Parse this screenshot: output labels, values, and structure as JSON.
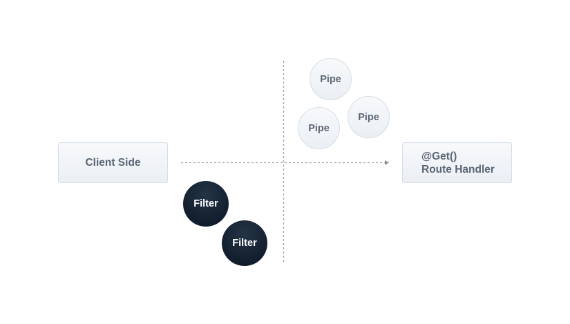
{
  "diagram": {
    "client": {
      "label": "Client Side"
    },
    "handler": {
      "line1": "@Get()",
      "line2": "Route Handler"
    },
    "pipes": [
      {
        "label": "Pipe"
      },
      {
        "label": "Pipe"
      },
      {
        "label": "Pipe"
      }
    ],
    "filters": [
      {
        "label": "Filter"
      },
      {
        "label": "Filter"
      }
    ],
    "colors": {
      "box_border": "#d5dde6",
      "box_text": "#5b6674",
      "filter_fill": "#142131",
      "dashed_line": "#9aa1a9"
    }
  }
}
